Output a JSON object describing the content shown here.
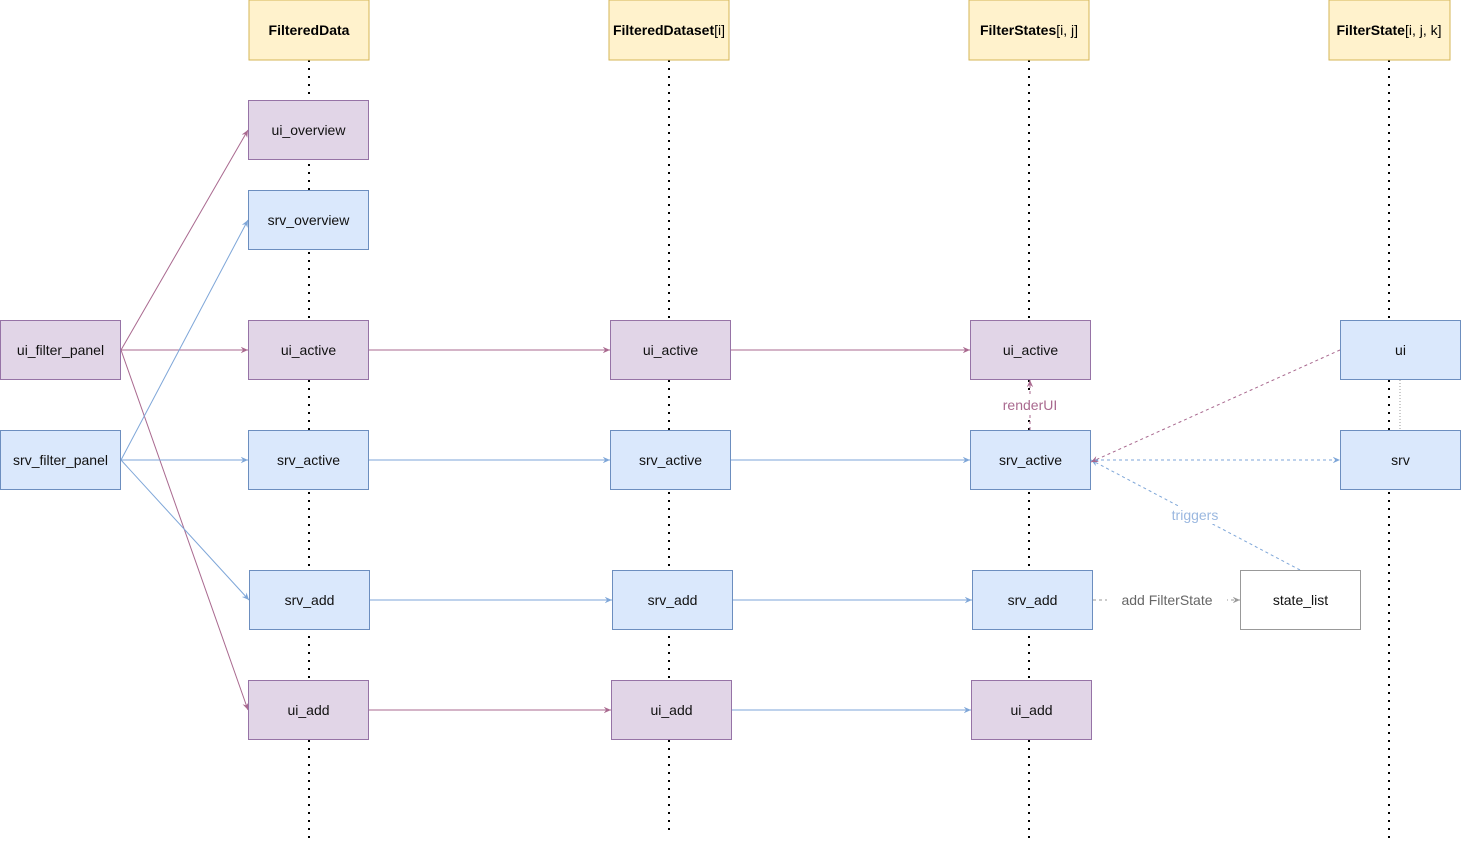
{
  "colors": {
    "header_fill": "#fff2cc",
    "header_stroke": "#d6b656",
    "ui_fill": "#e1d5e7",
    "ui_stroke": "#9673a6",
    "srv_fill": "#dae8fc",
    "srv_stroke": "#6c8ebf",
    "plain_fill": "#ffffff",
    "plain_stroke": "#999999",
    "ui_edge": "#a9698f",
    "srv_edge": "#7ea6d8",
    "gray_edge": "#999999",
    "lifeline": "#000000"
  },
  "headers": [
    {
      "id": "h1",
      "bold": "FilteredData",
      "suffix": ""
    },
    {
      "id": "h2",
      "bold": "FilteredDataset",
      "suffix": "[i]"
    },
    {
      "id": "h3",
      "bold": "FilterStates",
      "suffix": "[i, j]"
    },
    {
      "id": "h4",
      "bold": "FilterState",
      "suffix": "[i, j, k]"
    }
  ],
  "nodes": [
    {
      "id": "ui_filter_panel",
      "label": "ui_filter_panel",
      "kind": "ui"
    },
    {
      "id": "srv_filter_panel",
      "label": "srv_filter_panel",
      "kind": "srv"
    },
    {
      "id": "fd_ui_overview",
      "label": "ui_overview",
      "kind": "ui"
    },
    {
      "id": "fd_srv_overview",
      "label": "srv_overview",
      "kind": "srv"
    },
    {
      "id": "fd_ui_active",
      "label": "ui_active",
      "kind": "ui"
    },
    {
      "id": "fd_srv_active",
      "label": "srv_active",
      "kind": "srv"
    },
    {
      "id": "fd_srv_add",
      "label": "srv_add",
      "kind": "srv"
    },
    {
      "id": "fd_ui_add",
      "label": "ui_add",
      "kind": "ui"
    },
    {
      "id": "fds_ui_active",
      "label": "ui_active",
      "kind": "ui"
    },
    {
      "id": "fds_srv_active",
      "label": "srv_active",
      "kind": "srv"
    },
    {
      "id": "fds_srv_add",
      "label": "srv_add",
      "kind": "srv"
    },
    {
      "id": "fds_ui_add",
      "label": "ui_add",
      "kind": "ui"
    },
    {
      "id": "fs_ui_active",
      "label": "ui_active",
      "kind": "ui"
    },
    {
      "id": "fs_srv_active",
      "label": "srv_active",
      "kind": "srv"
    },
    {
      "id": "fs_srv_add",
      "label": "srv_add",
      "kind": "srv"
    },
    {
      "id": "fs_ui_add",
      "label": "ui_add",
      "kind": "ui"
    },
    {
      "id": "state_list",
      "label": "state_list",
      "kind": "plain"
    },
    {
      "id": "f_ui",
      "label": "ui",
      "kind": "srv"
    },
    {
      "id": "f_srv",
      "label": "srv",
      "kind": "srv"
    }
  ],
  "edges": [
    {
      "from": "ui_filter_panel",
      "to": "fd_ui_overview",
      "style": "ui",
      "label": ""
    },
    {
      "from": "ui_filter_panel",
      "to": "fd_ui_active",
      "style": "ui",
      "label": ""
    },
    {
      "from": "ui_filter_panel",
      "to": "fd_ui_add",
      "style": "ui",
      "label": ""
    },
    {
      "from": "srv_filter_panel",
      "to": "fd_srv_overview",
      "style": "srv",
      "label": ""
    },
    {
      "from": "srv_filter_panel",
      "to": "fd_srv_active",
      "style": "srv",
      "label": ""
    },
    {
      "from": "srv_filter_panel",
      "to": "fd_srv_add",
      "style": "srv",
      "label": ""
    },
    {
      "from": "fd_ui_active",
      "to": "fds_ui_active",
      "style": "ui",
      "label": ""
    },
    {
      "from": "fds_ui_active",
      "to": "fs_ui_active",
      "style": "ui",
      "label": ""
    },
    {
      "from": "fd_srv_active",
      "to": "fds_srv_active",
      "style": "srv",
      "label": ""
    },
    {
      "from": "fds_srv_active",
      "to": "fs_srv_active",
      "style": "srv",
      "label": ""
    },
    {
      "from": "fd_srv_add",
      "to": "fds_srv_add",
      "style": "srv",
      "label": ""
    },
    {
      "from": "fds_srv_add",
      "to": "fs_srv_add",
      "style": "srv",
      "label": ""
    },
    {
      "from": "fd_ui_add",
      "to": "fds_ui_add",
      "style": "ui",
      "label": ""
    },
    {
      "from": "fds_ui_add",
      "to": "fs_ui_add",
      "style": "srv",
      "label": ""
    },
    {
      "from": "fs_srv_active",
      "to": "fs_ui_active",
      "style": "ui-dashed",
      "label": "renderUI"
    },
    {
      "from": "fs_srv_add",
      "to": "state_list",
      "style": "gray-dashed",
      "label": "add FilterState"
    },
    {
      "from": "state_list",
      "to": "fs_srv_active",
      "style": "srv-dashed",
      "label": "triggers"
    },
    {
      "from": "f_ui",
      "to": "fs_srv_active",
      "style": "ui-dashed",
      "label": ""
    },
    {
      "from": "fs_srv_active",
      "to": "f_srv",
      "style": "srv-dashed",
      "label": ""
    },
    {
      "from": "f_ui",
      "to": "f_srv",
      "style": "gray-dotted",
      "label": ""
    }
  ]
}
